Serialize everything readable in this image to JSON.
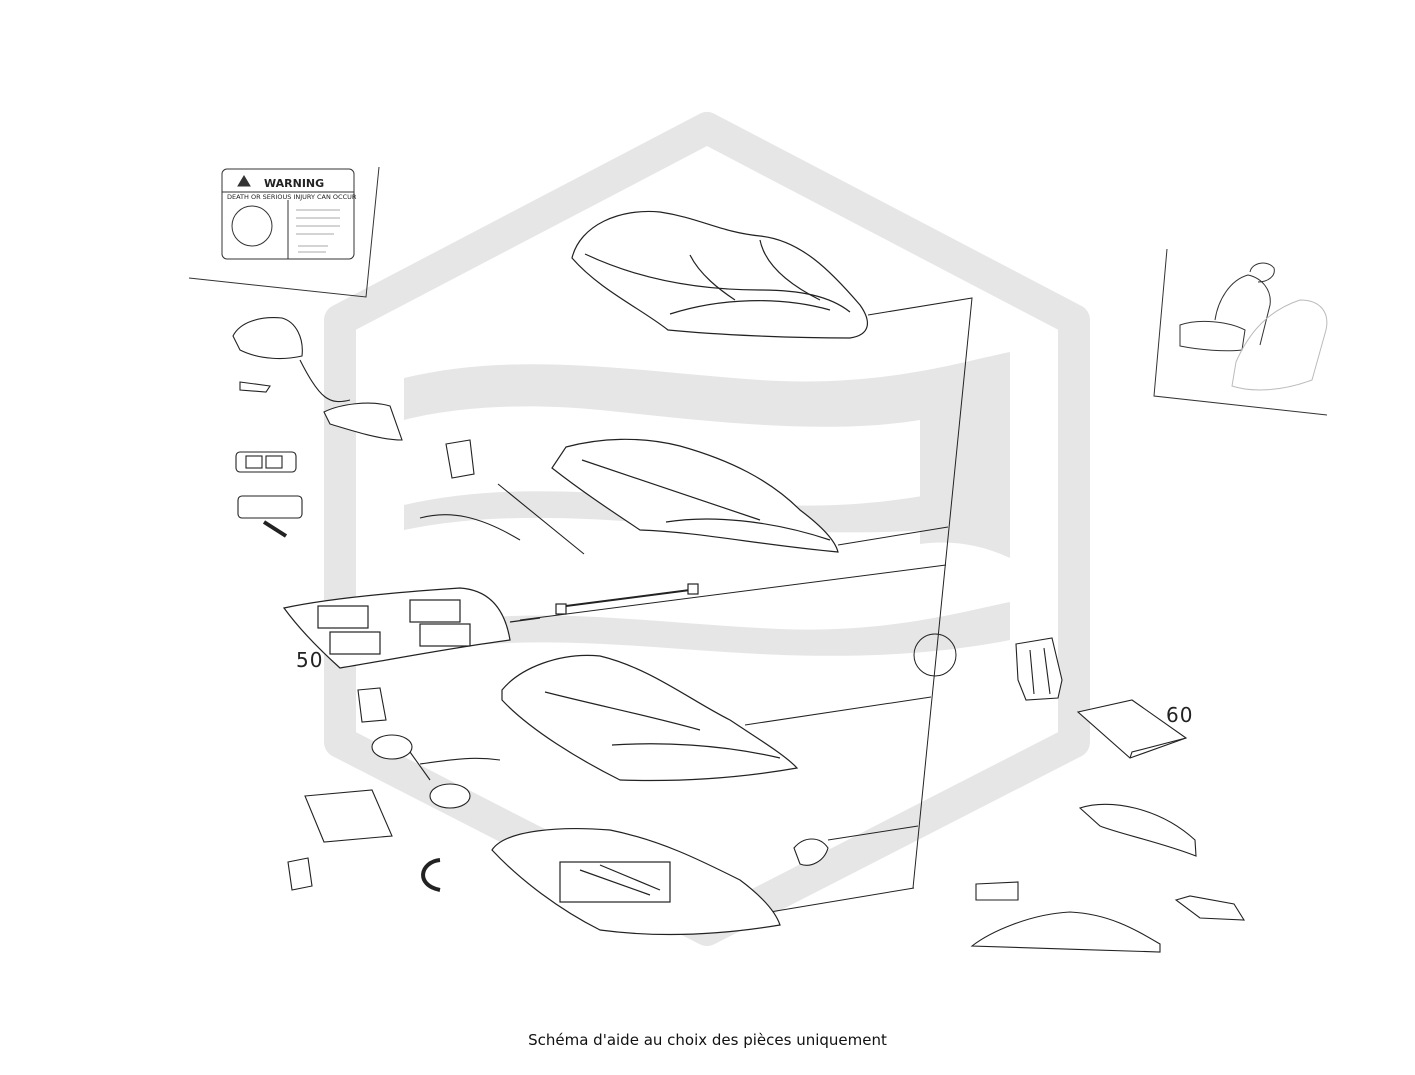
{
  "diagram": {
    "warning_label": {
      "title": "WARNING",
      "subtitle": "DEATH OR SERIOUS INJURY CAN OCCUR"
    },
    "callouts": [
      {
        "id": "50",
        "label": "50"
      },
      {
        "id": "60",
        "label": "60"
      }
    ],
    "watermark_color": "#e6e6e6",
    "line_color": "#222222"
  },
  "caption": "Schéma d'aide au choix des pièces uniquement"
}
